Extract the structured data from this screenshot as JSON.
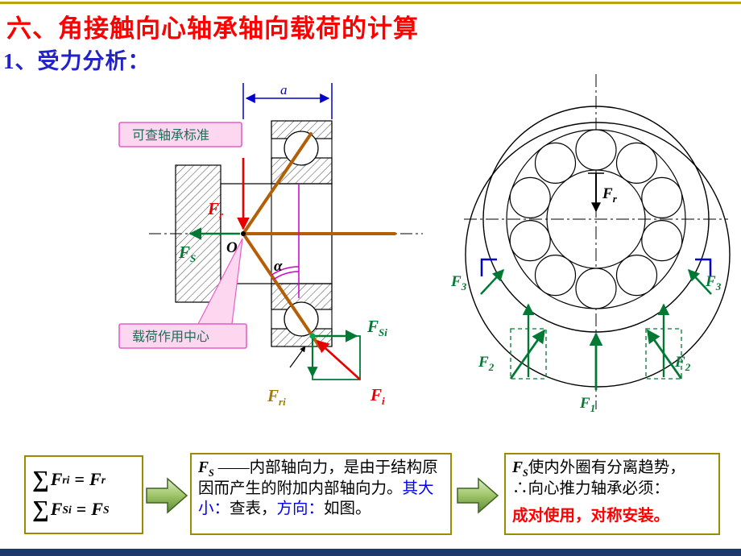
{
  "page": {
    "title": "六、角接触向心轴承轴向载荷的计算",
    "subtitle": "1、受力分析："
  },
  "left_diagram": {
    "callout_standard": "可查轴承标准",
    "callout_center": "载荷作用中心",
    "dim_a": "a",
    "labels": {
      "Fr": {
        "base": "F",
        "sub": "r"
      },
      "FS": {
        "base": "F",
        "sub": "S"
      },
      "O": "O",
      "alpha": "α",
      "FSi": {
        "base": "F",
        "sub": "Si"
      },
      "Fri": {
        "base": "F",
        "sub": "ri"
      },
      "Fi": {
        "base": "F",
        "sub": "i"
      }
    }
  },
  "right_diagram": {
    "labels": {
      "Fr": {
        "base": "F",
        "sub": "r"
      },
      "F1": {
        "base": "F",
        "sub": "1"
      },
      "F2": {
        "base": "F",
        "sub": "2"
      },
      "F3": {
        "base": "F",
        "sub": "3"
      }
    }
  },
  "summary": {
    "formula_box": {
      "line1": {
        "sigma": "∑",
        "lhs_base": "F",
        "lhs_sub": "ri",
        "eq": "=",
        "rhs_base": "F",
        "rhs_sub": "r"
      },
      "line2": {
        "sigma": "∑",
        "lhs_base": "F",
        "lhs_sub": "Si",
        "eq": "=",
        "rhs_base": "F",
        "rhs_sub": "S"
      }
    },
    "explain_box": {
      "f_base": "F",
      "f_sub": "S",
      "seg1": " ——内部轴向力，是由于结构原因而产生的附加内部轴向力。",
      "seg2": "其大小：",
      "seg3": "查表，",
      "seg4": "方向：",
      "seg5": "如图。"
    },
    "conclusion_box": {
      "f_base": "F",
      "f_sub": "S",
      "seg1": "使内外圈有分离趋势，",
      "seg2": "∴向心推力轴承必须：",
      "seg3": "成对使用，对称安装。"
    }
  },
  "colors": {
    "title_red": "#ff0000",
    "subtitle_blue": "#2222cc",
    "force_green": "#007a33",
    "force_red": "#e60000",
    "contact_line_brown": "#b45f06",
    "angle_magenta": "#cc00cc",
    "dimension_blue": "#0000cc",
    "callout_border_pink": "#e75ec8",
    "callout_fill_pink": "#fdd7f0",
    "callout_text_green": "#1a6e55",
    "box_border_olive": "#9a8b00",
    "flow_arrow_green": "#9fc468",
    "footer_navy": "#1b3a6b",
    "emphasis_blue": "#0000ee",
    "emphasis_red": "#ff0000"
  }
}
